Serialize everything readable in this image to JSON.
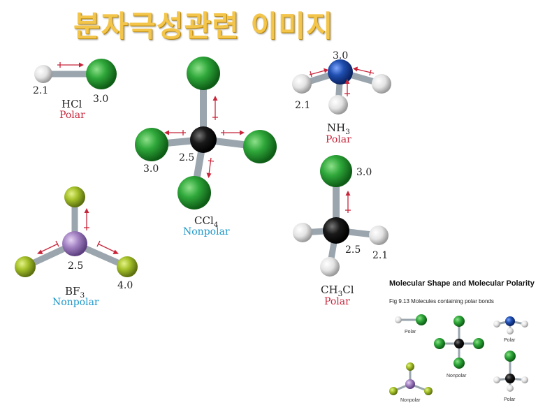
{
  "title": "분자극성관련 이미지",
  "molecules": {
    "hcl": {
      "formula": "HCl",
      "polarity": "Polar",
      "en_h": "2.1",
      "en_cl": "3.0"
    },
    "ccl4": {
      "formula_main": "CCl",
      "formula_sub": "4",
      "polarity": "Nonpolar",
      "en_cl": "3.0",
      "en_c": "2.5"
    },
    "nh3": {
      "formula_main": "NH",
      "formula_sub": "3",
      "polarity": "Polar",
      "en_n": "3.0",
      "en_h": "2.1"
    },
    "bf3": {
      "formula_main": "BF",
      "formula_sub": "3",
      "polarity": "Nonpolar",
      "en_b": "2.5",
      "en_f": "4.0"
    },
    "ch3cl": {
      "formula_a": "CH",
      "formula_sub": "3",
      "formula_b": "Cl",
      "polarity": "Polar",
      "en_cl": "3.0",
      "en_c": "2.5",
      "en_h": "2.1"
    }
  },
  "inset": {
    "title": "Molecular Shape and Molecular Polarity",
    "caption": "Fig 9.13  Molecules containing polar bonds",
    "labels": {
      "hcl": "Polar",
      "nh3": "Polar",
      "ccl4": "Nonpolar",
      "bf3": "Nonpolar",
      "ch3cl": "Polar"
    }
  },
  "colors": {
    "title": "#f3c54a",
    "chlorine": "#2fa83a",
    "hydrogen": "#e6e6e6",
    "nitrogen": "#1f4fb0",
    "carbon": "#1a1a1a",
    "boron": "#a584c4",
    "fluorine": "#a6c22a",
    "polar": "#c8253a",
    "nonpolar": "#1d98c9",
    "arrow": "#c8253a"
  }
}
